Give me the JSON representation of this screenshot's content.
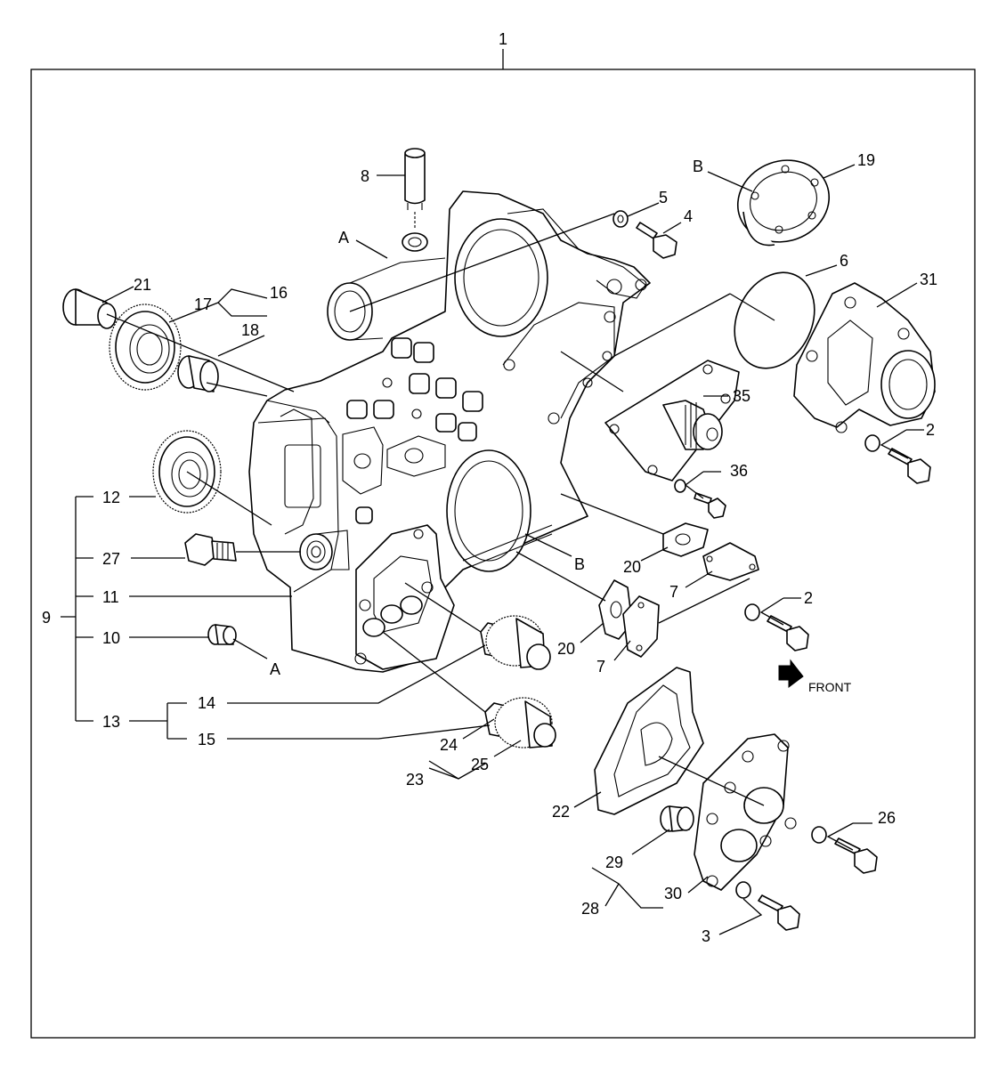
{
  "callouts": {
    "c1": "1",
    "c2a": "2",
    "c2b": "2",
    "c3": "3",
    "c5": "5",
    "c4": "4",
    "c6": "6",
    "c7a": "7",
    "c7b": "7",
    "c8": "8",
    "c9": "9",
    "c10": "10",
    "c11": "11",
    "c12": "12",
    "c13": "13",
    "c14": "14",
    "c15": "15",
    "c16": "16",
    "c17": "17",
    "c18": "18",
    "c19": "19",
    "c20a": "20",
    "c20b": "20",
    "c21": "21",
    "c22": "22",
    "c23": "23",
    "c24": "24",
    "c25": "25",
    "c26": "26",
    "c27": "27",
    "c28": "28",
    "c29": "29",
    "c30": "30",
    "c31": "31",
    "c35": "35",
    "c36": "36"
  },
  "refs": {
    "a1": "A",
    "a2": "A",
    "b1": "B",
    "b2": "B"
  },
  "front_label": "FRONT"
}
